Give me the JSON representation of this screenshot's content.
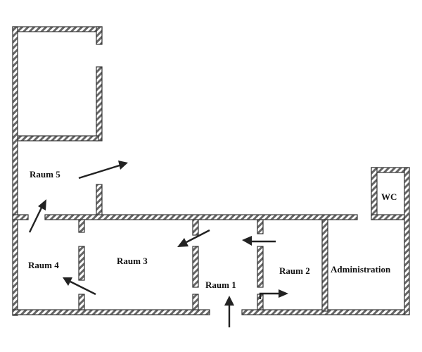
{
  "diagram": {
    "type": "floor-plan",
    "rooms": [
      {
        "id": "raum5",
        "label": "Raum 5"
      },
      {
        "id": "raum4",
        "label": "Raum 4"
      },
      {
        "id": "raum3",
        "label": "Raum 3"
      },
      {
        "id": "raum1",
        "label": "Raum 1"
      },
      {
        "id": "raum2",
        "label": "Raum 2"
      },
      {
        "id": "administration",
        "label": "Administration"
      },
      {
        "id": "wc",
        "label": "WC"
      }
    ],
    "flow": [
      {
        "from": "outside",
        "to": "Raum 1",
        "direction": "up"
      },
      {
        "from": "Raum 1",
        "to": "Raum 2",
        "direction": "right"
      },
      {
        "from": "Raum 2",
        "to": "Raum 1",
        "direction": "left"
      },
      {
        "from": "Raum 1",
        "to": "Raum 3",
        "direction": "down-left"
      },
      {
        "from": "Raum 3",
        "to": "Raum 4",
        "direction": "up-left"
      },
      {
        "from": "Raum 4",
        "to": "Raum 5",
        "direction": "up-right"
      },
      {
        "from": "Raum 5",
        "to": "outside",
        "direction": "up-right"
      }
    ],
    "colors": {
      "wall": "#555555",
      "arrow": "#222222",
      "background": "#ffffff"
    }
  }
}
